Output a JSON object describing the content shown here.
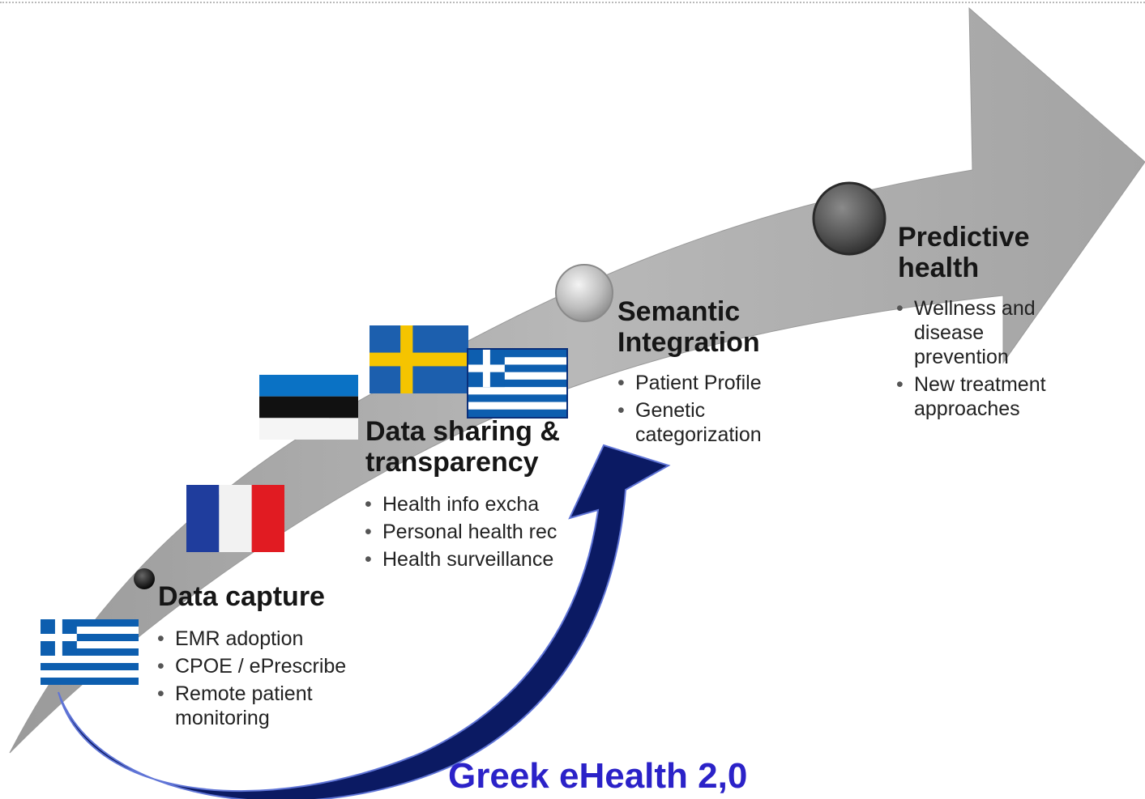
{
  "stages": [
    {
      "id": "data-capture",
      "title_lines": [
        "Data capture"
      ],
      "bullets": [
        "EMR adoption",
        "CPOE / ePrescribe",
        "Remote patient monitoring"
      ]
    },
    {
      "id": "data-sharing",
      "title_lines": [
        "Data sharing &",
        "transparency"
      ],
      "bullets": [
        "Health info excha",
        "Personal health rec",
        "Health surveillance"
      ]
    },
    {
      "id": "semantic-integration",
      "title_lines": [
        "Semantic",
        "Integration"
      ],
      "bullets": [
        "Patient Profile",
        "Genetic categorization"
      ]
    },
    {
      "id": "predictive-health",
      "title_lines": [
        "Predictive",
        "health"
      ],
      "bullets": [
        "Wellness and disease prevention",
        "New treatment approaches"
      ]
    }
  ],
  "caption": "Greek eHealth 2,0",
  "flags": [
    "greece-flag",
    "france-flag",
    "estonia-flag",
    "sweden-flag",
    "greece-flag"
  ],
  "colors": {
    "arrow_gray": "#a7a7a7",
    "loop_arrow_navy": "#0b1a63",
    "caption_blue": "#2b22c8"
  }
}
